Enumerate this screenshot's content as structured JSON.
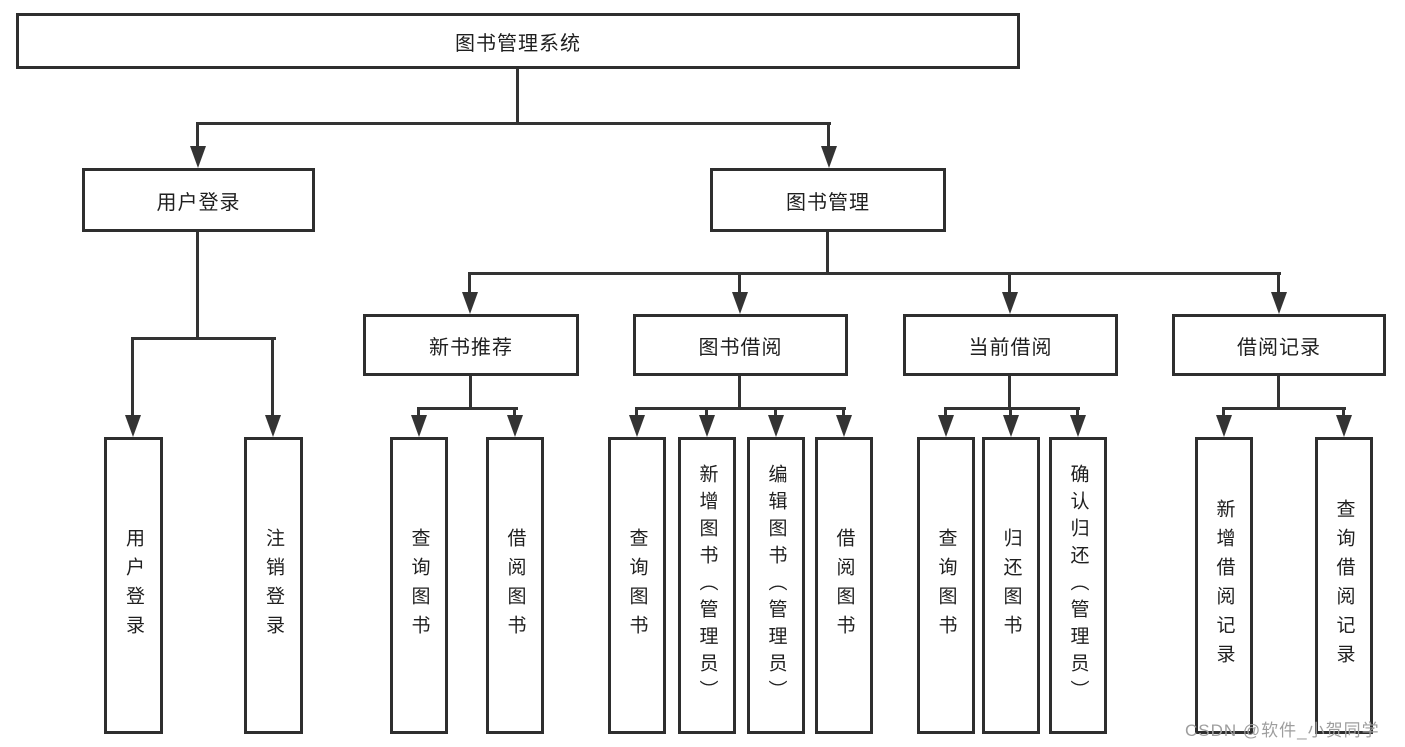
{
  "diagram": {
    "root": "图书管理系统",
    "level2": {
      "user_login": "用户登录",
      "book_mgmt": "图书管理"
    },
    "level3": {
      "new_books": "新书推荐",
      "book_borrow": "图书借阅",
      "current_borrow": "当前借阅",
      "borrow_records": "借阅记录"
    },
    "leaves": {
      "user_login": [
        "用户登录",
        "注销登录"
      ],
      "new_books": [
        "查询图书",
        "借阅图书"
      ],
      "book_borrow": [
        "查询图书",
        "新增图书（管理员）",
        "编辑图书（管理员）",
        "借阅图书"
      ],
      "current_borrow": [
        "查询图书",
        "归还图书",
        "确认归还（管理员）"
      ],
      "borrow_records": [
        "新增借阅记录",
        "查询借阅记录"
      ]
    }
  },
  "watermark": "CSDN @软件_小贺同学",
  "colors": {
    "line": "#333333",
    "box_border": "#2e2e2e",
    "box_bg": "#ffffff",
    "text": "#1f1f1f",
    "watermark": "#9e9e9e"
  }
}
